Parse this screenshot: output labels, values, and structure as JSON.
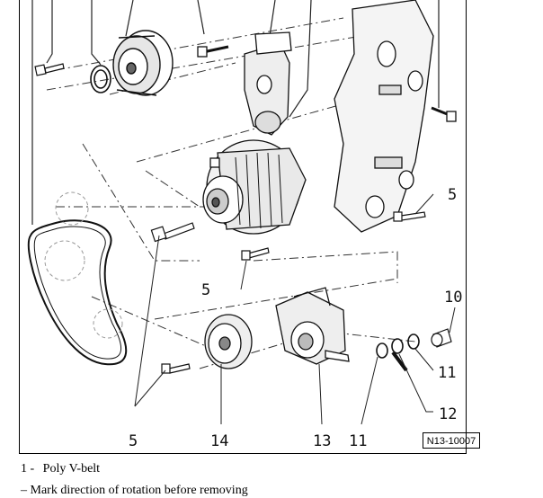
{
  "figure": {
    "id": "N13-10007",
    "callouts": [
      "5",
      "5",
      "5",
      "14",
      "13",
      "11",
      "10",
      "11",
      "12"
    ]
  },
  "legend": {
    "item1_number": "1 -",
    "item1_text": "Poly V-belt",
    "item1_note": "– Mark direction of rotation before removing"
  }
}
